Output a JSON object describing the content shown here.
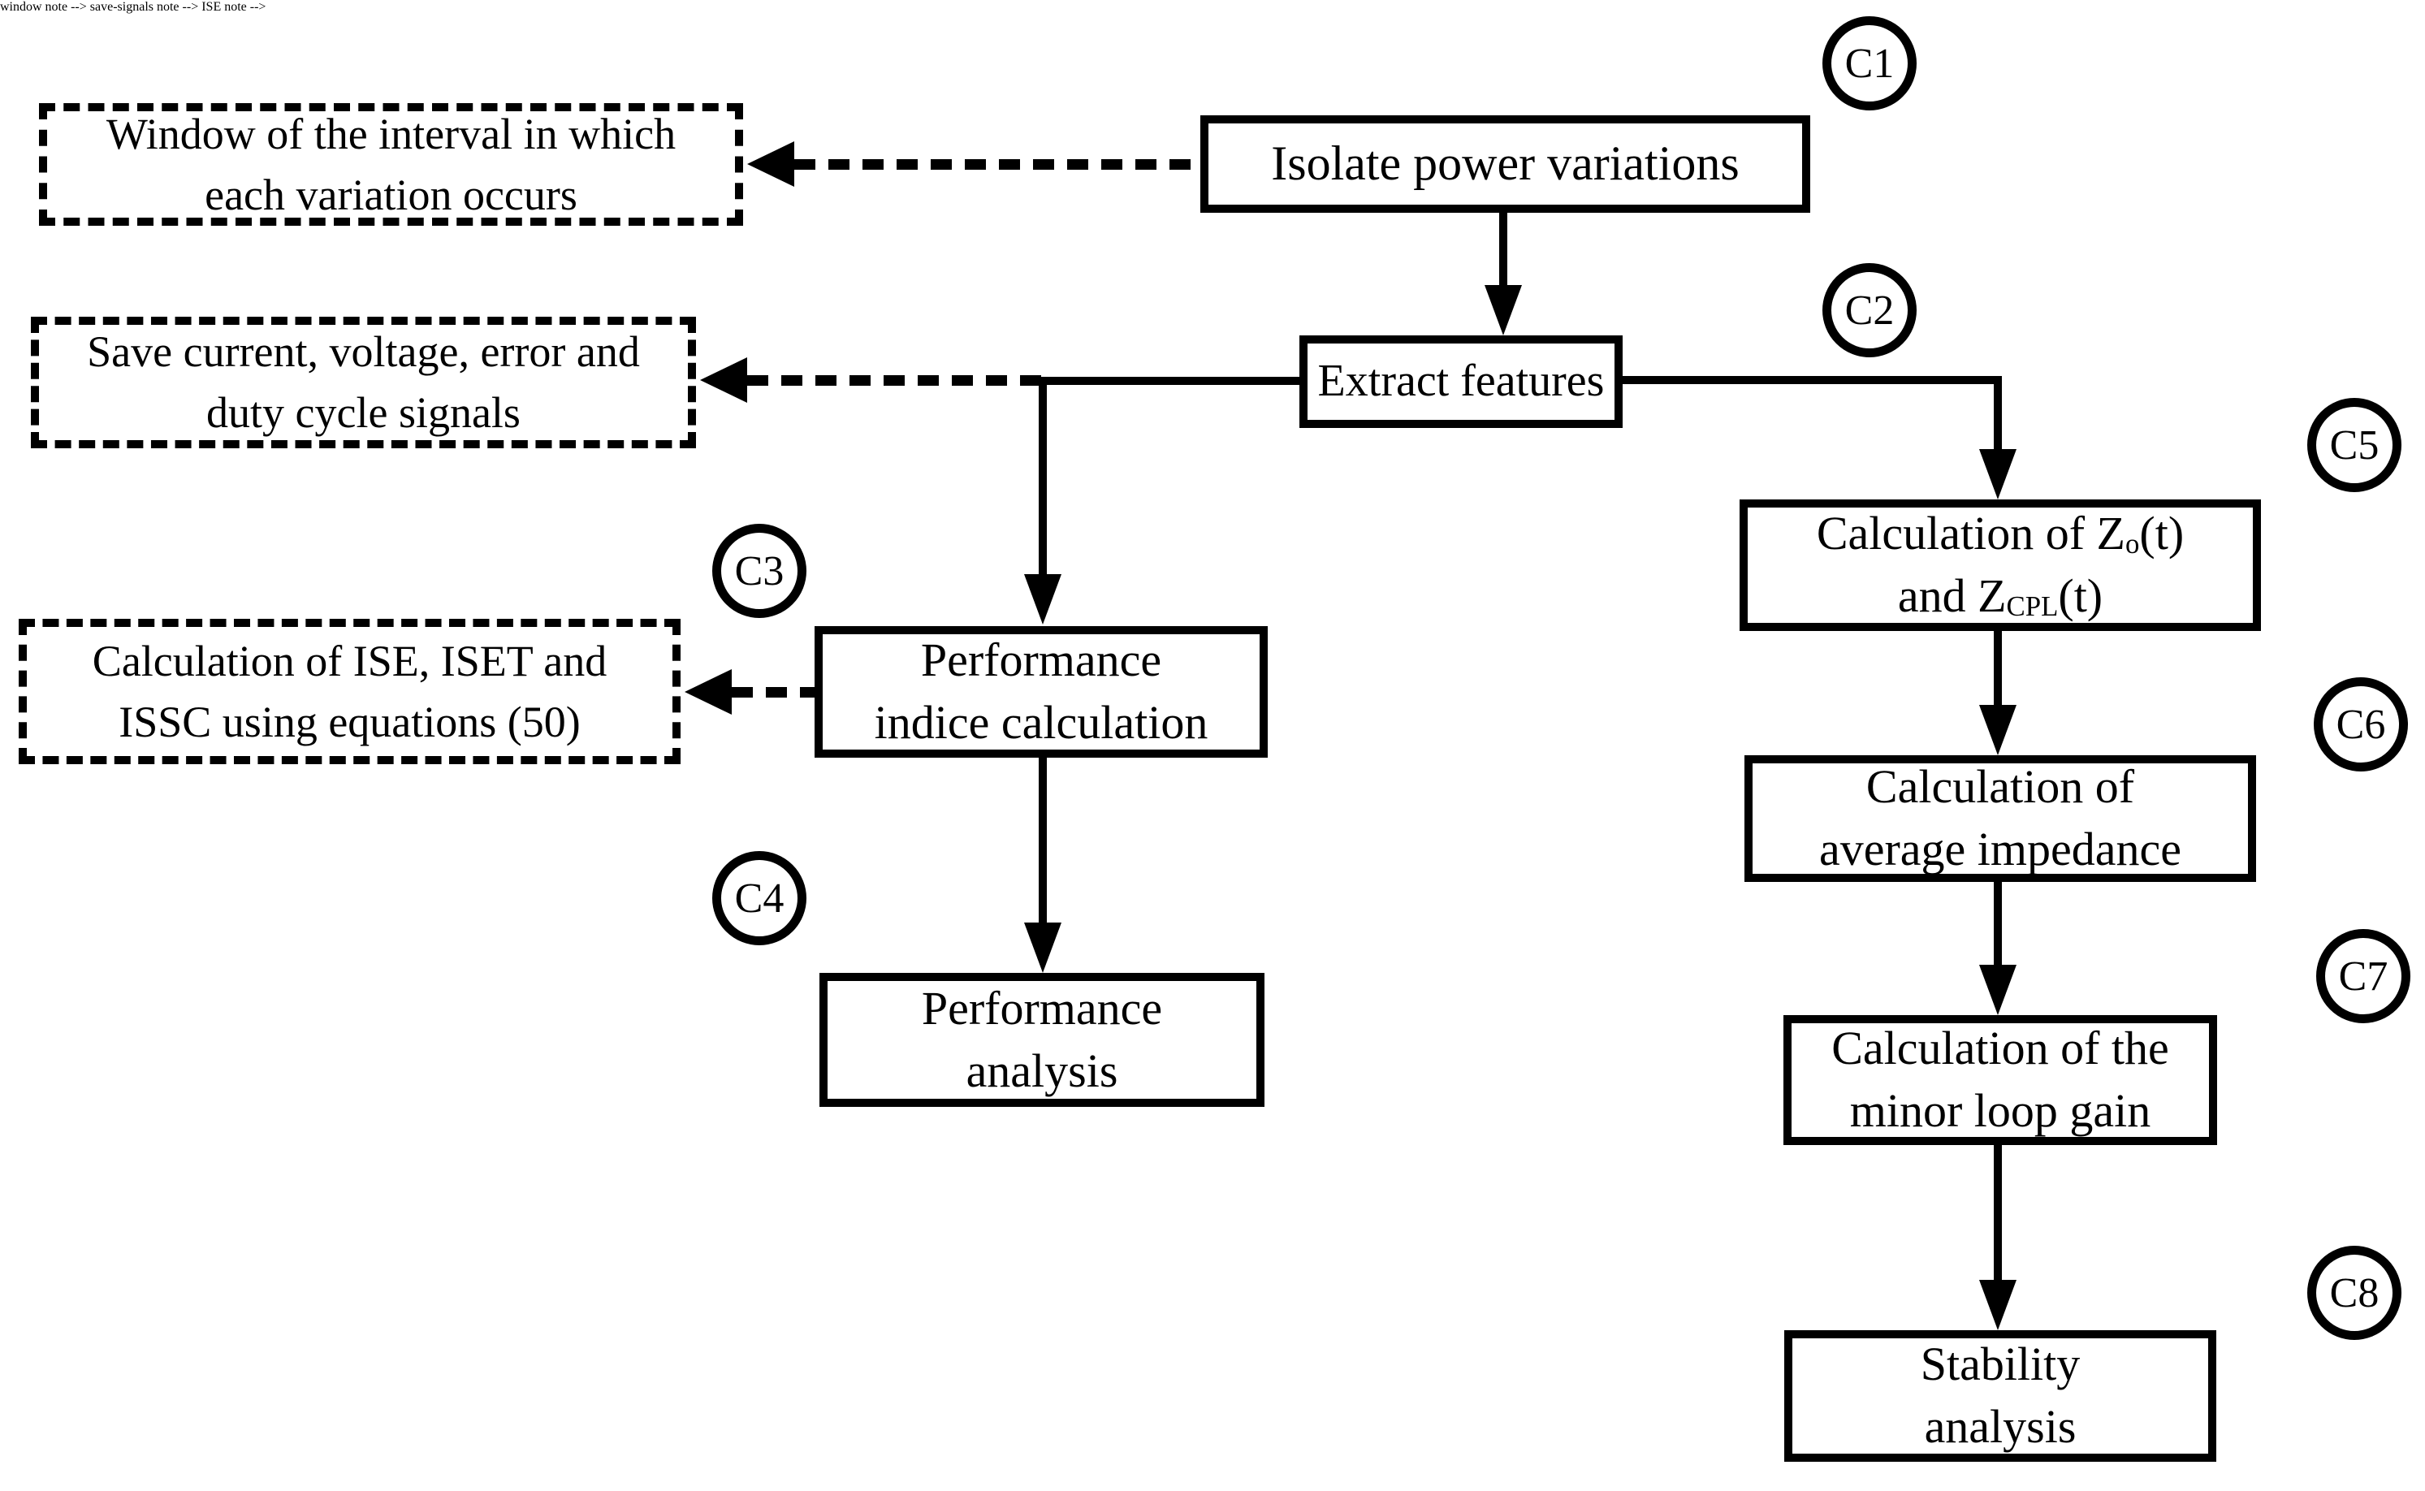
{
  "diagram": {
    "colors": {
      "line": "#000000",
      "background": "#ffffff"
    },
    "boxes": {
      "isolate": {
        "label": "Isolate power variations",
        "tag": "C1"
      },
      "extract": {
        "label": "Extract features",
        "tag": "C2"
      },
      "perf_indice": {
        "line1": "Performance",
        "line2": "indice calculation",
        "tag": "C3"
      },
      "perf_analysis": {
        "line1": "Performance",
        "line2": "analysis",
        "tag": "C4"
      },
      "z_calc": {
        "line1_pre": "Calculation of Z",
        "line1_sub": "o",
        "line1_post": "(t)",
        "line2_pre": "and Z",
        "line2_sub": "CPL",
        "line2_post": "(t)",
        "tag": "C5"
      },
      "avg_impedance": {
        "line1": "Calculation of",
        "line2": "average impedance",
        "tag": "C6"
      },
      "minor_loop": {
        "line1": "Calculation of the",
        "line2": "minor loop gain",
        "tag": "C7"
      },
      "stability": {
        "line1": "Stability",
        "line2": "analysis",
        "tag": "C8"
      }
    },
    "notes": {
      "window": {
        "line1": "Window of the interval in which",
        "line2": "each variation occurs"
      },
      "save": {
        "line1": "Save current, voltage, error and",
        "line2": "duty cycle signals"
      },
      "ise": {
        "line1": "Calculation of ISE, ISET and",
        "line2": "ISSC using equations (50)"
      }
    }
  }
}
